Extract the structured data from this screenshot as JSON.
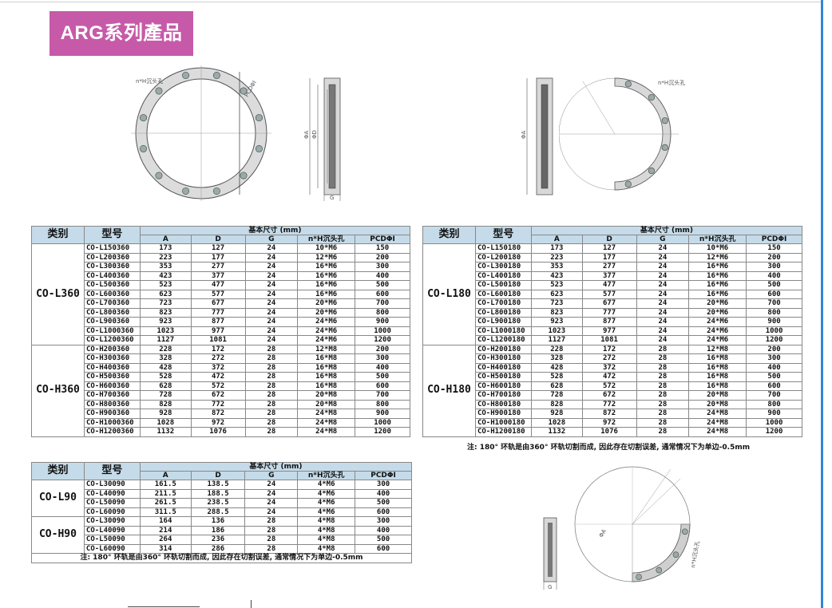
{
  "header": {
    "title": "ARG系列產品"
  },
  "drawings": {
    "ring1_label": "n*H沉头孔",
    "ring1_pcd": "PCDΦI",
    "side1_a": "ΦA",
    "side1_d": "ΦD",
    "side1_g": "G",
    "half_label": "n*H沉头孔",
    "side2_a": "ΦA",
    "quarter_label": "n*H沉头孔",
    "quarter_a": "ΦA",
    "quarter_g": "G"
  },
  "table_headers": {
    "category": "类别",
    "model": "型号",
    "basic": "基本尺寸 (mm)",
    "cols": [
      "A",
      "D",
      "G",
      "n*H沉头孔",
      "PCDΦI"
    ]
  },
  "table360": {
    "groups": [
      {
        "name": "CO-L360",
        "rows": [
          [
            "CO-L150360",
            "173",
            "127",
            "24",
            "10*M6",
            "150"
          ],
          [
            "CO-L200360",
            "223",
            "177",
            "24",
            "12*M6",
            "200"
          ],
          [
            "CO-L300360",
            "353",
            "277",
            "24",
            "16*M6",
            "300"
          ],
          [
            "CO-L400360",
            "423",
            "377",
            "24",
            "16*M6",
            "400"
          ],
          [
            "CO-L500360",
            "523",
            "477",
            "24",
            "16*M6",
            "500"
          ],
          [
            "CO-L600360",
            "623",
            "577",
            "24",
            "16*M6",
            "600"
          ],
          [
            "CO-L700360",
            "723",
            "677",
            "24",
            "20*M6",
            "700"
          ],
          [
            "CO-L800360",
            "823",
            "777",
            "24",
            "20*M6",
            "800"
          ],
          [
            "CO-L900360",
            "923",
            "877",
            "24",
            "24*M6",
            "900"
          ],
          [
            "CO-L1000360",
            "1023",
            "977",
            "24",
            "24*M6",
            "1000"
          ],
          [
            "CO-L1200360",
            "1127",
            "1081",
            "24",
            "24*M6",
            "1200"
          ]
        ]
      },
      {
        "name": "CO-H360",
        "rows": [
          [
            "CO-H200360",
            "228",
            "172",
            "28",
            "12*M8",
            "200"
          ],
          [
            "CO-H300360",
            "328",
            "272",
            "28",
            "16*M8",
            "300"
          ],
          [
            "CO-H400360",
            "428",
            "372",
            "28",
            "16*M8",
            "400"
          ],
          [
            "CO-H500360",
            "528",
            "472",
            "28",
            "16*M8",
            "500"
          ],
          [
            "CO-H600360",
            "628",
            "572",
            "28",
            "16*M8",
            "600"
          ],
          [
            "CO-H700360",
            "728",
            "672",
            "28",
            "20*M8",
            "700"
          ],
          [
            "CO-H800360",
            "828",
            "772",
            "28",
            "20*M8",
            "800"
          ],
          [
            "CO-H900360",
            "928",
            "872",
            "28",
            "24*M8",
            "900"
          ],
          [
            "CO-H1000360",
            "1028",
            "972",
            "28",
            "24*M8",
            "1000"
          ],
          [
            "CO-H1200360",
            "1132",
            "1076",
            "28",
            "24*M8",
            "1200"
          ]
        ]
      }
    ]
  },
  "table180": {
    "groups": [
      {
        "name": "CO-L180",
        "rows": [
          [
            "CO-L150180",
            "173",
            "127",
            "24",
            "10*M6",
            "150"
          ],
          [
            "CO-L200180",
            "223",
            "177",
            "24",
            "12*M6",
            "200"
          ],
          [
            "CO-L300180",
            "353",
            "277",
            "24",
            "16*M6",
            "300"
          ],
          [
            "CO-L400180",
            "423",
            "377",
            "24",
            "16*M6",
            "400"
          ],
          [
            "CO-L500180",
            "523",
            "477",
            "24",
            "16*M6",
            "500"
          ],
          [
            "CO-L600180",
            "623",
            "577",
            "24",
            "16*M6",
            "600"
          ],
          [
            "CO-L700180",
            "723",
            "677",
            "24",
            "20*M6",
            "700"
          ],
          [
            "CO-L800180",
            "823",
            "777",
            "24",
            "20*M6",
            "800"
          ],
          [
            "CO-L900180",
            "923",
            "877",
            "24",
            "24*M6",
            "900"
          ],
          [
            "CO-L1000180",
            "1023",
            "977",
            "24",
            "24*M6",
            "1000"
          ],
          [
            "CO-L1200180",
            "1127",
            "1081",
            "24",
            "24*M6",
            "1200"
          ]
        ]
      },
      {
        "name": "CO-H180",
        "rows": [
          [
            "CO-H200180",
            "228",
            "172",
            "28",
            "12*M8",
            "200"
          ],
          [
            "CO-H300180",
            "328",
            "272",
            "28",
            "16*M8",
            "300"
          ],
          [
            "CO-H400180",
            "428",
            "372",
            "28",
            "16*M8",
            "400"
          ],
          [
            "CO-H500180",
            "528",
            "472",
            "28",
            "16*M8",
            "500"
          ],
          [
            "CO-H600180",
            "628",
            "572",
            "28",
            "16*M8",
            "600"
          ],
          [
            "CO-H700180",
            "728",
            "672",
            "28",
            "20*M8",
            "700"
          ],
          [
            "CO-H800180",
            "828",
            "772",
            "28",
            "20*M8",
            "800"
          ],
          [
            "CO-H900180",
            "928",
            "872",
            "28",
            "24*M8",
            "900"
          ],
          [
            "CO-H1000180",
            "1028",
            "972",
            "28",
            "24*M8",
            "1000"
          ],
          [
            "CO-H1200180",
            "1132",
            "1076",
            "28",
            "24*M8",
            "1200"
          ]
        ]
      }
    ],
    "note": "注: 180° 环轨是由360° 环轨切割而成, 因此存在切割误差, 通常情况下为单边-0.5mm"
  },
  "table90": {
    "groups": [
      {
        "name": "CO-L90",
        "rows": [
          [
            "CO-L30090",
            "161.5",
            "138.5",
            "24",
            "4*M6",
            "300"
          ],
          [
            "CO-L40090",
            "211.5",
            "188.5",
            "24",
            "4*M6",
            "400"
          ],
          [
            "CO-L50090",
            "261.5",
            "238.5",
            "24",
            "4*M6",
            "500"
          ],
          [
            "CO-L60090",
            "311.5",
            "288.5",
            "24",
            "4*M6",
            "600"
          ]
        ]
      },
      {
        "name": "CO-H90",
        "rows": [
          [
            "CO-L30090",
            "164",
            "136",
            "28",
            "4*M8",
            "300"
          ],
          [
            "CO-L40090",
            "214",
            "186",
            "28",
            "4*M8",
            "400"
          ],
          [
            "CO-L50090",
            "264",
            "236",
            "28",
            "4*M8",
            "500"
          ],
          [
            "CO-L60090",
            "314",
            "286",
            "28",
            "4*M8",
            "600"
          ]
        ]
      }
    ],
    "note": "注: 180° 环轨是由360° 环轨切割而成, 因此存在切割误差, 通常情况下为单边-0.5mm"
  }
}
